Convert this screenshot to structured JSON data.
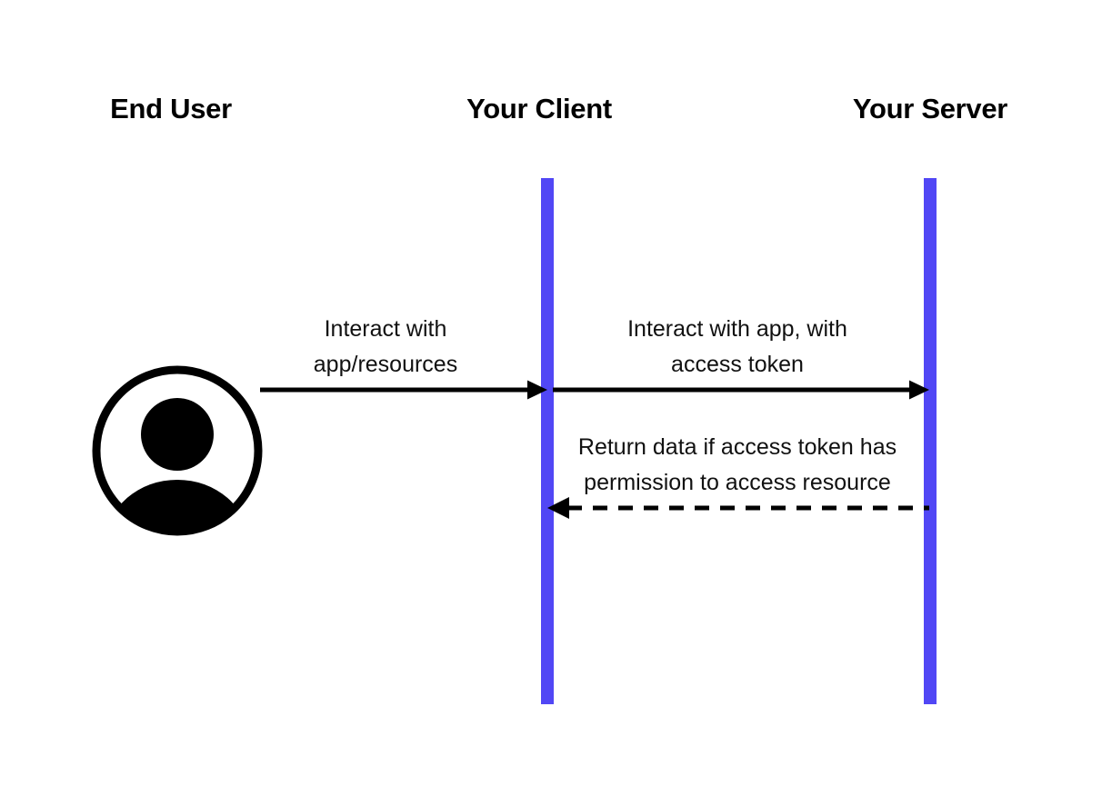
{
  "diagram": {
    "type": "sequence-diagram",
    "title": "",
    "background_color": "#ffffff",
    "lifeline_color": "#5147F5",
    "line_color": "#000000",
    "text_color": "#111111"
  },
  "participants": [
    {
      "id": "end-user",
      "label": "End User",
      "icon": "user-avatar-icon",
      "has_lifeline": false
    },
    {
      "id": "your-client",
      "label": "Your Client",
      "icon": "",
      "has_lifeline": true
    },
    {
      "id": "your-server",
      "label": "Your Server",
      "icon": "",
      "has_lifeline": true
    }
  ],
  "messages": [
    {
      "id": "user-to-client",
      "from": "end-user",
      "to": "your-client",
      "style": "solid",
      "direction": "right",
      "label_line1": "Interact with",
      "label_line2": "app/resources"
    },
    {
      "id": "client-to-server",
      "from": "your-client",
      "to": "your-server",
      "style": "solid",
      "direction": "right",
      "label_line1": "Interact with app, with",
      "label_line2": "access token"
    },
    {
      "id": "server-to-client",
      "from": "your-server",
      "to": "your-client",
      "style": "dashed",
      "direction": "left",
      "label_line1": "Return data if access token has",
      "label_line2": "permission to access resource"
    }
  ]
}
